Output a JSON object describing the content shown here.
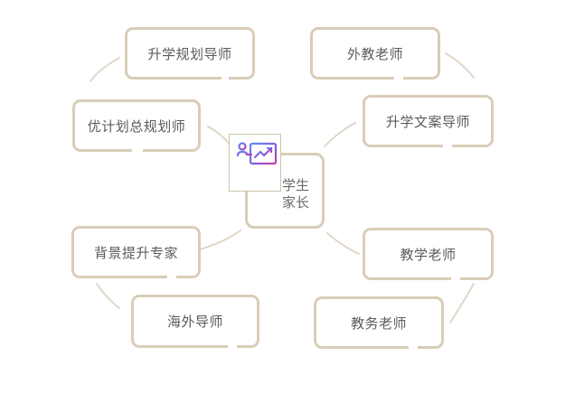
{
  "diagram": {
    "center": {
      "label_line1": "学生",
      "label_line2": "家长",
      "icon": "teacher-presentation-icon"
    },
    "left_nodes": [
      "升学规划导师",
      "优计划总规划师",
      "背景提升专家",
      "海外导师"
    ],
    "right_nodes": [
      "外教老师",
      "升学文案导师",
      "教学老师",
      "教务老师"
    ],
    "colors": {
      "node_border": "#d9cdb8",
      "connector": "#e0d7c8",
      "text": "#5b5b5b",
      "icon_gradient_start": "#5b8ff0",
      "icon_gradient_end": "#c43fa3"
    }
  }
}
